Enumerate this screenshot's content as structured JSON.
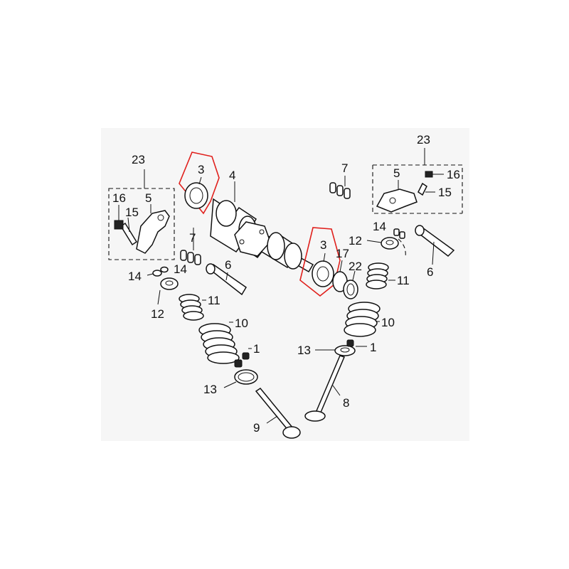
{
  "labels": {
    "l23_left": "23",
    "l16_left": "16",
    "l5_left": "5",
    "l15_left": "15",
    "l14a_left": "14",
    "l14b_left": "14",
    "l12_left": "12",
    "l3_left": "3",
    "l4": "4",
    "l7_left": "7",
    "l6_left": "6",
    "l11_left": "11",
    "l10_left": "10",
    "l1_left": "1",
    "l13_left": "13",
    "l9": "9",
    "l7_right": "7",
    "l3_right": "3",
    "l12_right": "12",
    "l14_right": "14",
    "l17": "17",
    "l22": "22",
    "l11_right": "11",
    "l6_right": "6",
    "l10_right": "10",
    "l13_right": "13",
    "l1_right": "1",
    "l8": "8",
    "l23_right": "23",
    "l5_right": "5",
    "l16_right": "16",
    "l15_right": "15"
  },
  "highlight_color": "#e0201c"
}
